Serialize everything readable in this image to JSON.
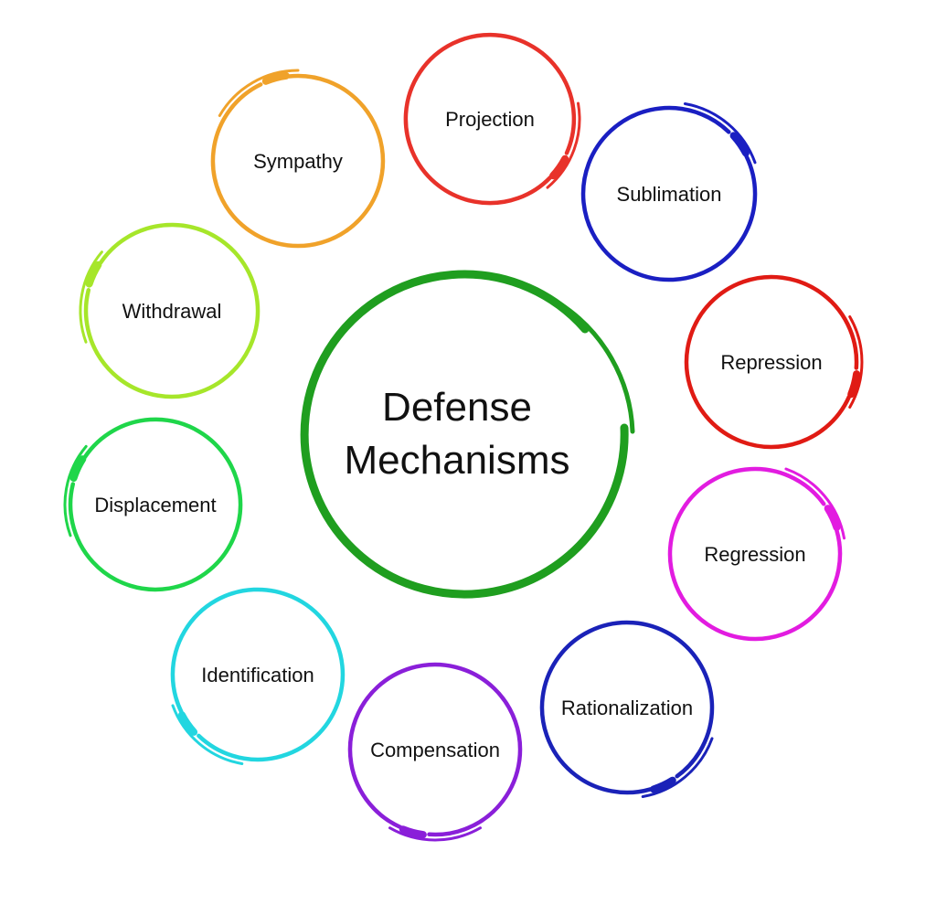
{
  "center": {
    "title_line1": "Defense",
    "title_line2": "Mechanisms",
    "color": "#1f9e1f"
  },
  "nodes": [
    {
      "id": "projection",
      "label": "Projection",
      "color": "#e8322a"
    },
    {
      "id": "sublimation",
      "label": "Sublimation",
      "color": "#1a1fc2"
    },
    {
      "id": "repression",
      "label": "Repression",
      "color": "#e01b14"
    },
    {
      "id": "regression",
      "label": "Regression",
      "color": "#e21ce0"
    },
    {
      "id": "rationalization",
      "label": "Rationalization",
      "color": "#1a22b8"
    },
    {
      "id": "compensation",
      "label": "Compensation",
      "color": "#8a1fd9"
    },
    {
      "id": "identification",
      "label": "Identification",
      "color": "#22d6e0"
    },
    {
      "id": "displacement",
      "label": "Displacement",
      "color": "#1fd64a"
    },
    {
      "id": "withdrawal",
      "label": "Withdrawal",
      "color": "#a6e62a"
    },
    {
      "id": "sympathy",
      "label": "Sympathy",
      "color": "#f0a22a"
    }
  ]
}
